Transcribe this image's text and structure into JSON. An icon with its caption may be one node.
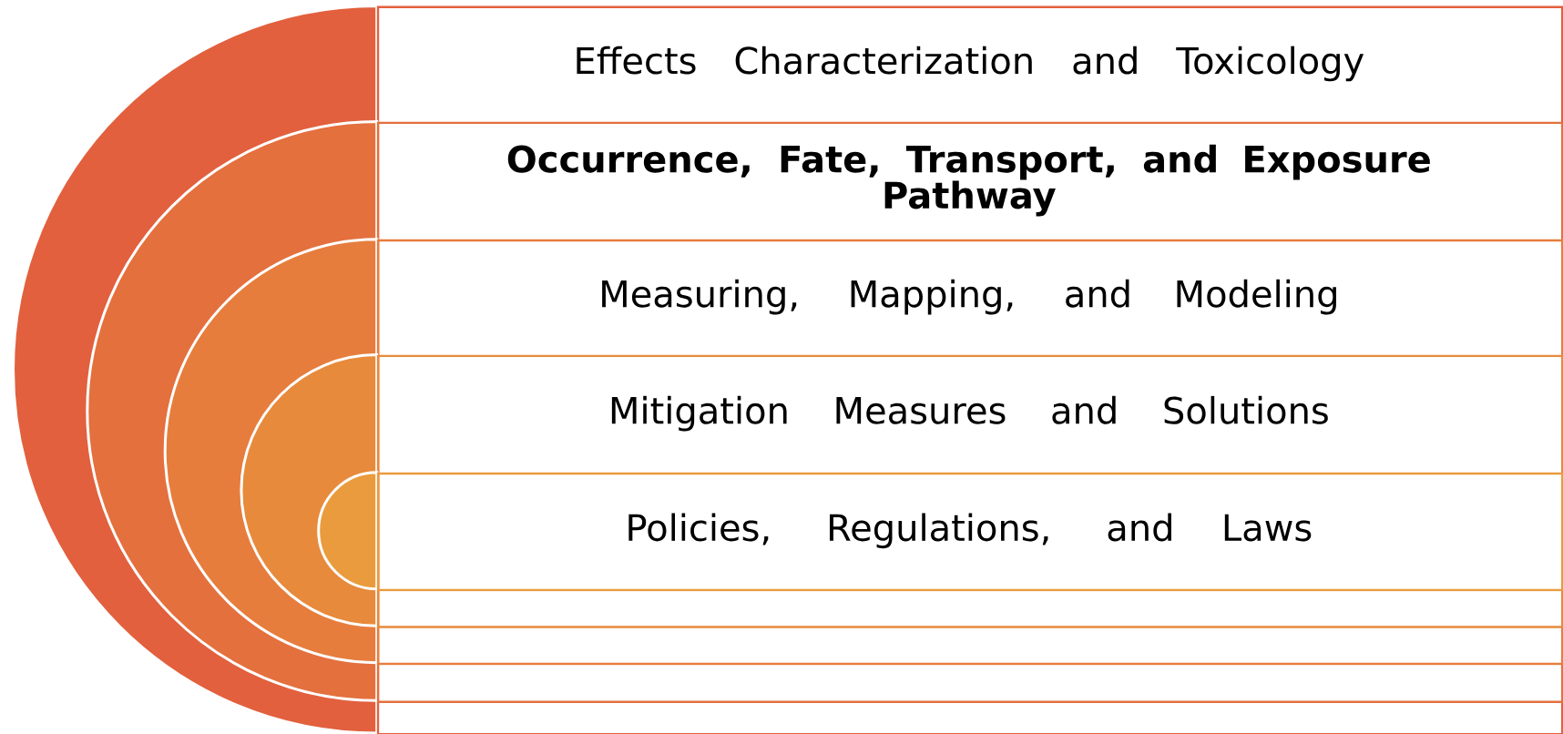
{
  "diagram": {
    "nodes": [
      {
        "text": [
          "Effects Characterization and Toxicology"
        ]
      },
      {
        "text": [
          "Occurrence, Fate, Transport, and Exposure Pathway"
        ],
        "in": 0
      },
      {
        "text": [
          "Measuring, Mapping, and Modeling"
        ],
        "in": 1
      },
      {
        "text": [
          "Mitigation Measures and Solutions"
        ],
        "in": 2
      },
      {
        "text": [
          "Policies, Regulations, and Laws"
        ],
        "in": 3
      }
    ]
  }
}
